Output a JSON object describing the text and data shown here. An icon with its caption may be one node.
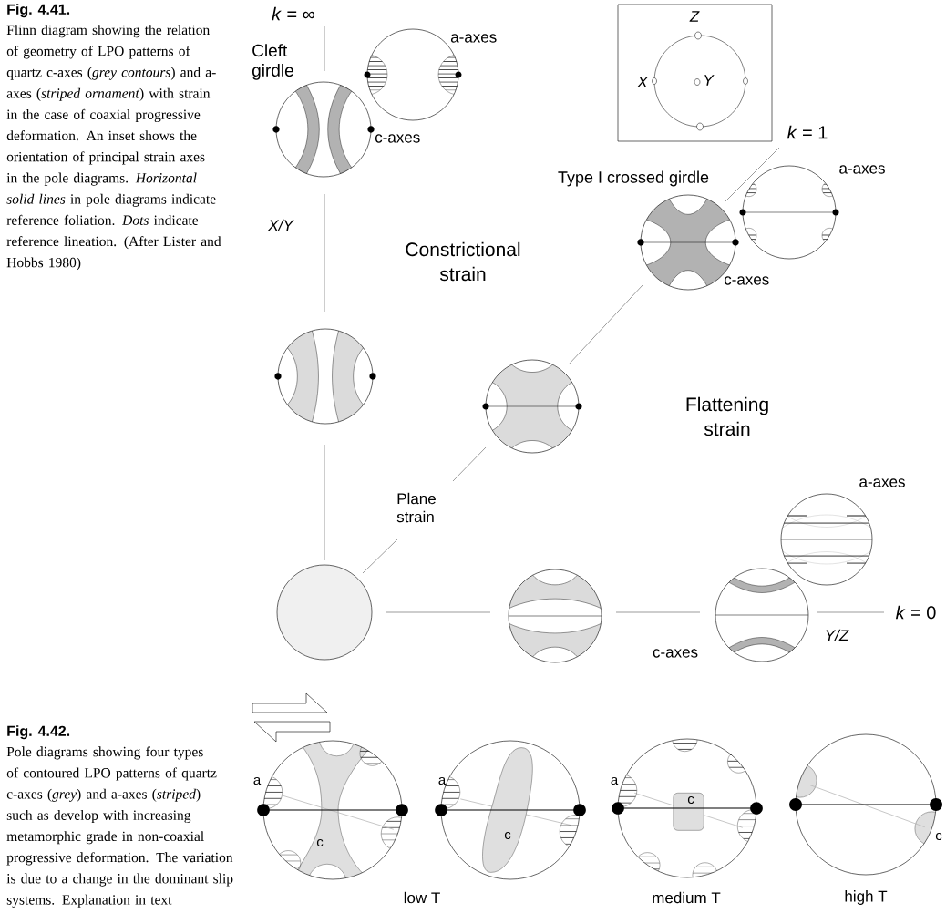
{
  "diagram": {
    "nodes": [
      {
        "text": [
          "Cleft girdle"
        ],
        "beside": [
          "c-axes"
        ]
      },
      {
        "text": [],
        "shape": "circle",
        "beside": [
          "a-axes"
        ]
      },
      {
        "text": [
          "Z",
          "X",
          "Y"
        ]
      },
      {
        "text": [
          "Type I crossed girdle"
        ],
        "beside": [
          "c-axes"
        ]
      },
      {
        "text": [],
        "shape": "circle",
        "beside": [
          "a-axes"
        ]
      },
      {
        "text": [],
        "shape": "circle"
      },
      {
        "text": [],
        "shape": "circle"
      },
      {
        "text": [],
        "shape": "circle",
        "beside": [
          "a-axes"
        ]
      },
      {
        "text": [],
        "shape": "circle"
      },
      {
        "text": [],
        "shape": "circle"
      },
      {
        "text": [],
        "shape": "circle",
        "beside": [
          "c-axes"
        ]
      },
      {
        "text": [
          "a",
          "c"
        ]
      },
      {
        "text": [
          "a",
          "c"
        ]
      },
      {
        "text": [
          "a",
          "c"
        ],
        "beside": [
          "medium T"
        ]
      },
      {
        "text": [
          "c"
        ],
        "beside": [
          "high T"
        ]
      }
    ],
    "labels": [
      "Fig. 4.41.",
      "Flinn diagram showing the relation of geometry of LPO patterns of quartz c-axes (*grey contours*) and a-axes (*striped ornament*) with strain in the case of coaxial progressive deformation. An inset shows the orientation of principal strain axes in the pole diagrams. *Horizontal solid lines* in pole diagrams indicate reference foliation. *Dots* indicate reference lineation. (After Lister and Hobbs 1980)",
      "*k* = ∞",
      "X/Y",
      "Constrictional strain",
      "*k* = 1",
      "Flattening strain",
      "Plane strain",
      "*k* = 0",
      "Y/Z",
      "Fig. 4.42.",
      "Pole diagrams showing four types of contoured LPO patterns of quartz c-axes (*grey*) and a-axes (*striped*) such as develop with increasing metamorphic grade in non-coaxial progressive deformation. The variation is due to a change in the dominant slip systems. Explanation in text",
      "low T"
    ]
  }
}
